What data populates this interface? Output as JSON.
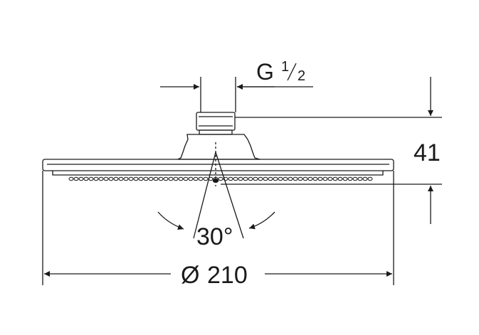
{
  "drawing": {
    "subject": "shower head technical drawing",
    "line_color": "#1a1a1a"
  },
  "dimensions": {
    "thread": {
      "prefix": "G",
      "numerator": "1",
      "denominator": "2"
    },
    "height": {
      "value": "41"
    },
    "angle": {
      "value": "30°"
    },
    "diameter": {
      "symbol": "Ø",
      "value": "210"
    }
  }
}
